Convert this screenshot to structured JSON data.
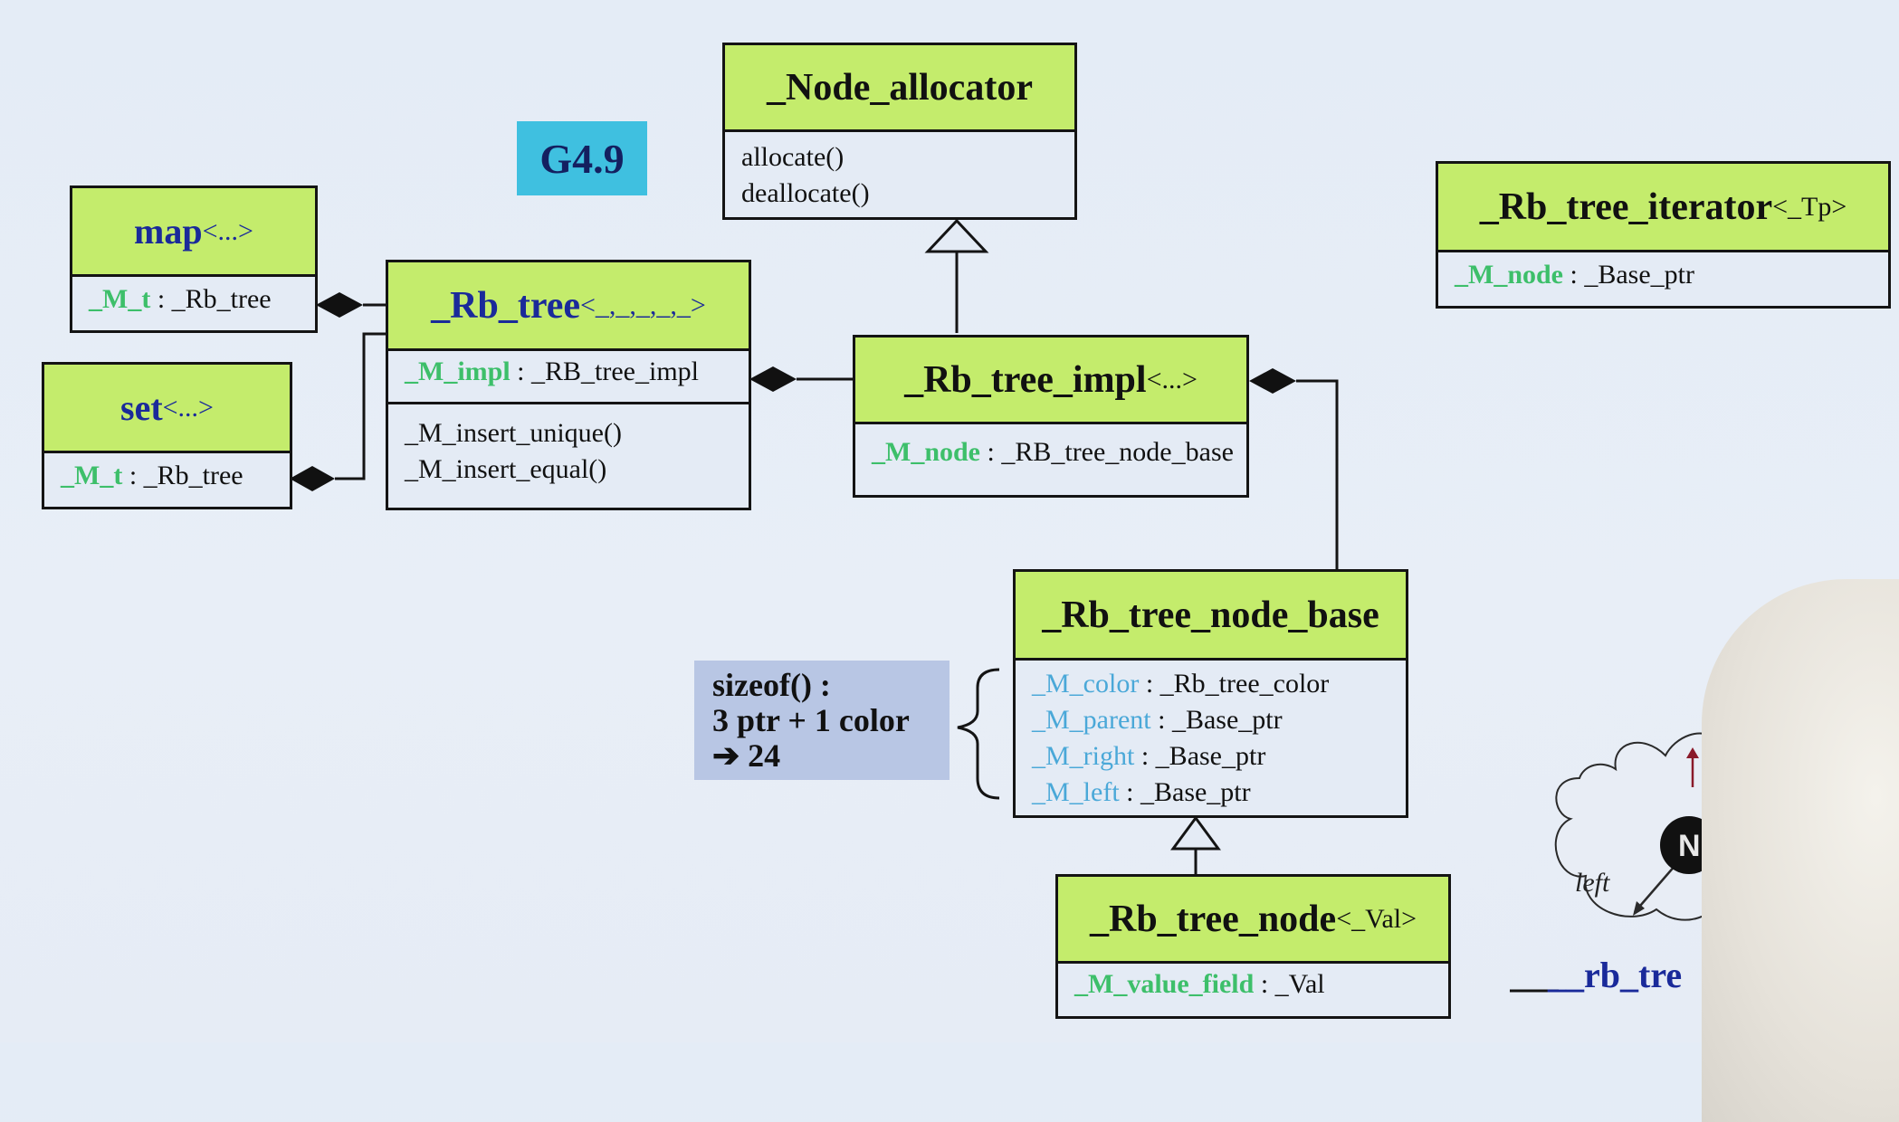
{
  "badge": "G4.9",
  "node_allocator": {
    "name": "_Node_allocator",
    "methods": [
      "allocate()",
      "deallocate()"
    ]
  },
  "map": {
    "name": "map",
    "tmpl": "<...>",
    "field": "_M_t",
    "type": " : _Rb_tree"
  },
  "set": {
    "name": "set",
    "tmpl": "<...>",
    "field": "_M_t",
    "type": " : _Rb_tree"
  },
  "rb_tree": {
    "name": "_Rb_tree",
    "tmpl": "<_,_,_,_,_>",
    "field": "_M_impl",
    "type": " : _RB_tree_impl",
    "methods": [
      "_M_insert_unique()",
      "_M_insert_equal()"
    ]
  },
  "rb_tree_impl": {
    "name": "_Rb_tree_impl",
    "tmpl": "<...>",
    "field": "_M_node",
    "type": " : _RB_tree_node_base"
  },
  "rb_tree_iterator": {
    "name": "_Rb_tree_iterator",
    "tmpl": "<_Tp>",
    "field": "_M_node",
    "type": " : _Base_ptr"
  },
  "rb_tree_node_base": {
    "name": "_Rb_tree_node_base",
    "fields": [
      {
        "name": "_M_color",
        "type": " : _Rb_tree_color"
      },
      {
        "name": "_M_parent",
        "type": " : _Base_ptr"
      },
      {
        "name": "_M_right",
        "type": " : _Base_ptr"
      },
      {
        "name": "_M_left",
        "type": " : _Base_ptr"
      }
    ]
  },
  "rb_tree_node": {
    "name": "_Rb_tree_node",
    "tmpl": "<_Val>",
    "field": "_M_value_field",
    "type": " : _Val"
  },
  "sizeof_note": {
    "line1": "sizeof() :",
    "line2": "3 ptr + 1 color",
    "line3": "➔  24"
  },
  "corner": {
    "left_label": "left",
    "bottom_text": "__rb_tre"
  },
  "colors": {
    "header_green": "#c4ec6c",
    "field_green": "#3dbf6a",
    "badge_cyan": "#3fc0e0",
    "note_blue": "#b8c6e4"
  }
}
